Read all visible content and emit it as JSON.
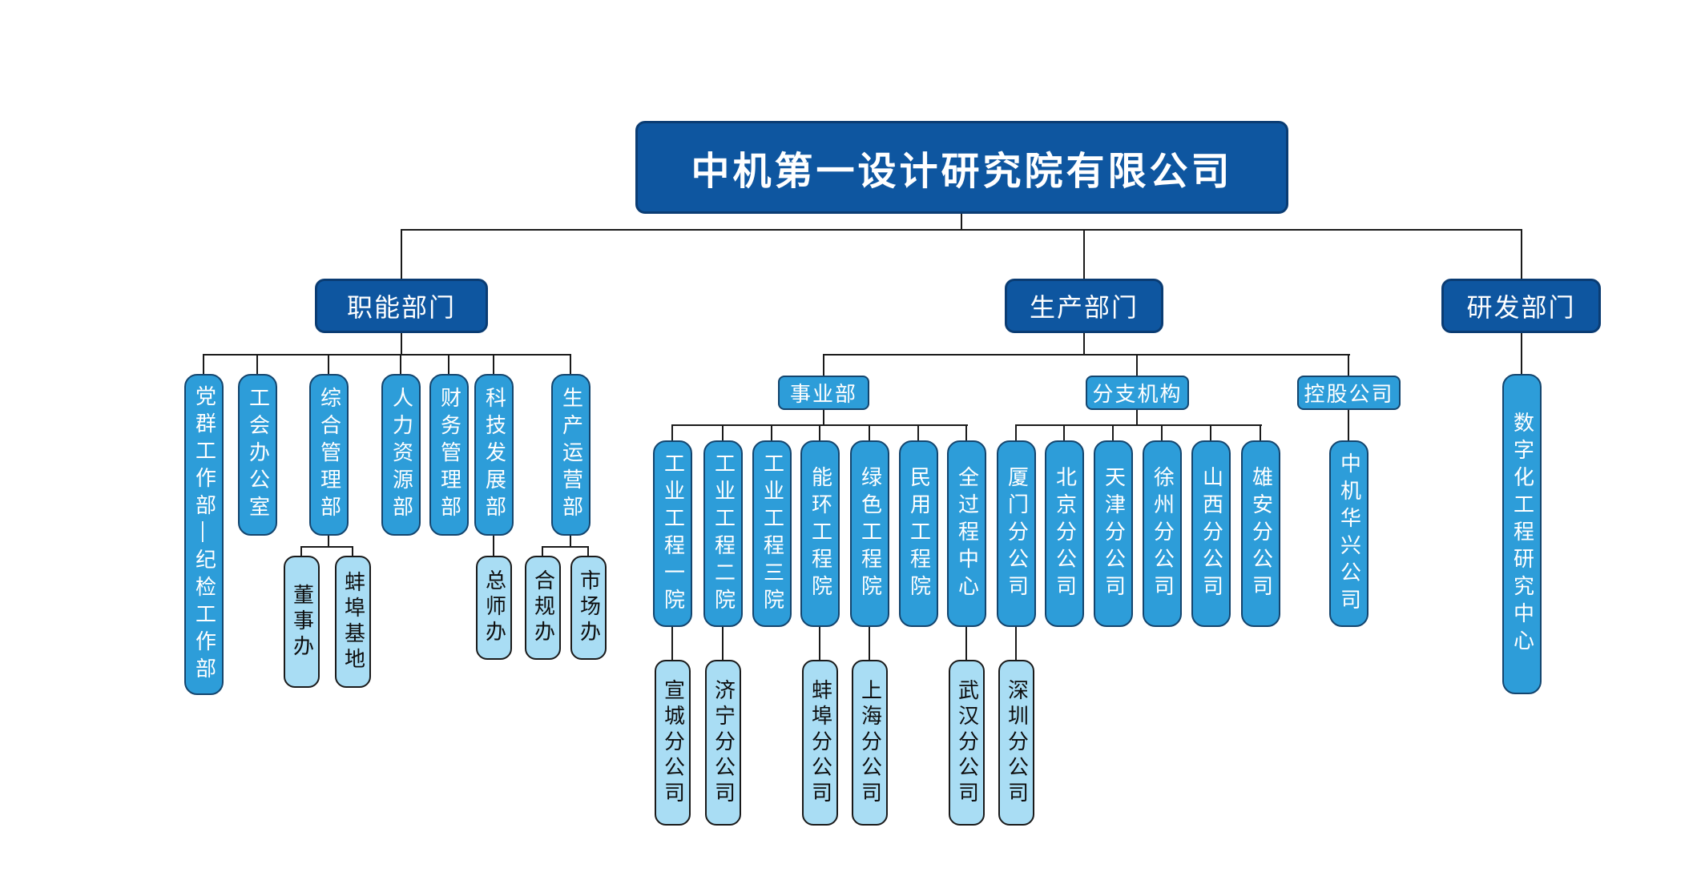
{
  "colors": {
    "dark_blue": "#0E56A0",
    "medium_blue": "#2D9DD9",
    "light_blue": "#A9DDF4",
    "background": "#ffffff",
    "connector": "#1a1a1a"
  },
  "root": {
    "label": "中机第一设计研究院有限公司"
  },
  "functional": {
    "label": "职能部门",
    "departments": [
      {
        "label": "党群工作部—纪检工作部"
      },
      {
        "label": "工会办公室"
      },
      {
        "label": "综合管理部",
        "children": [
          {
            "label": "董事办"
          },
          {
            "label": "蚌埠基地"
          }
        ]
      },
      {
        "label": "人力资源部"
      },
      {
        "label": "财务管理部"
      },
      {
        "label": "科技发展部",
        "children": [
          {
            "label": "总师办"
          }
        ]
      },
      {
        "label": "生产运营部",
        "children": [
          {
            "label": "合规办"
          },
          {
            "label": "市场办"
          }
        ]
      }
    ]
  },
  "production": {
    "label": "生产部门",
    "groups": [
      {
        "label": "事业部",
        "units": [
          {
            "label": "工业工程一院",
            "child": {
              "label": "宣城分公司"
            }
          },
          {
            "label": "工业工程二院",
            "child": {
              "label": "济宁分公司"
            }
          },
          {
            "label": "工业工程三院"
          },
          {
            "label": "能环工程院",
            "child": {
              "label": "蚌埠分公司"
            }
          },
          {
            "label": "绿色工程院",
            "child": {
              "label": "上海分公司"
            }
          },
          {
            "label": "民用工程院"
          },
          {
            "label": "全过程中心",
            "child": {
              "label": "武汉分公司"
            }
          }
        ]
      },
      {
        "label": "分支机构",
        "units": [
          {
            "label": "厦门分公司",
            "child": {
              "label": "深圳分公司"
            }
          },
          {
            "label": "北京分公司"
          },
          {
            "label": "天津分公司"
          },
          {
            "label": "徐州分公司"
          },
          {
            "label": "山西分公司"
          },
          {
            "label": "雄安分公司"
          }
        ]
      },
      {
        "label": "控股公司",
        "units": [
          {
            "label": "中机华兴公司"
          }
        ]
      }
    ]
  },
  "rnd": {
    "label": "研发部门",
    "departments": [
      {
        "label": "数字化工程研究中心"
      }
    ]
  }
}
